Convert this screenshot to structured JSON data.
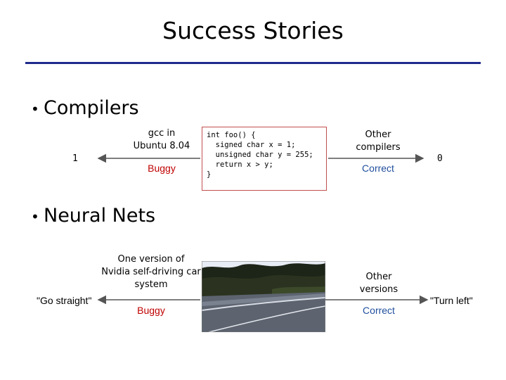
{
  "slide": {
    "title": "Success Stories"
  },
  "compilers": {
    "bullet": "Compilers",
    "left_value": "1",
    "left_label_line1": "gcc in",
    "left_label_line2": "Ubuntu 8.04",
    "left_status": "Buggy",
    "code_lines": [
      "int foo() {",
      "  signed char x = 1;",
      "  unsigned char y = 255;",
      "  return x > y;",
      "}"
    ],
    "right_label_line1": "Other",
    "right_label_line2": "compilers",
    "right_status": "Correct",
    "right_value": "0"
  },
  "neural_nets": {
    "bullet": "Neural Nets",
    "left_value": "\"Go straight\"",
    "left_label_line1": "One version of",
    "left_label_line2": "Nvidia self-driving car",
    "left_label_line3": "system",
    "left_status": "Buggy",
    "right_label_line1": "Other",
    "right_label_line2": "versions",
    "right_status": "Correct",
    "right_value": "\"Turn left\""
  },
  "colors": {
    "rule": "#1f2a8c",
    "buggy": "#c00000",
    "correct": "#1f4e9c",
    "code_border": "#c0504d"
  }
}
